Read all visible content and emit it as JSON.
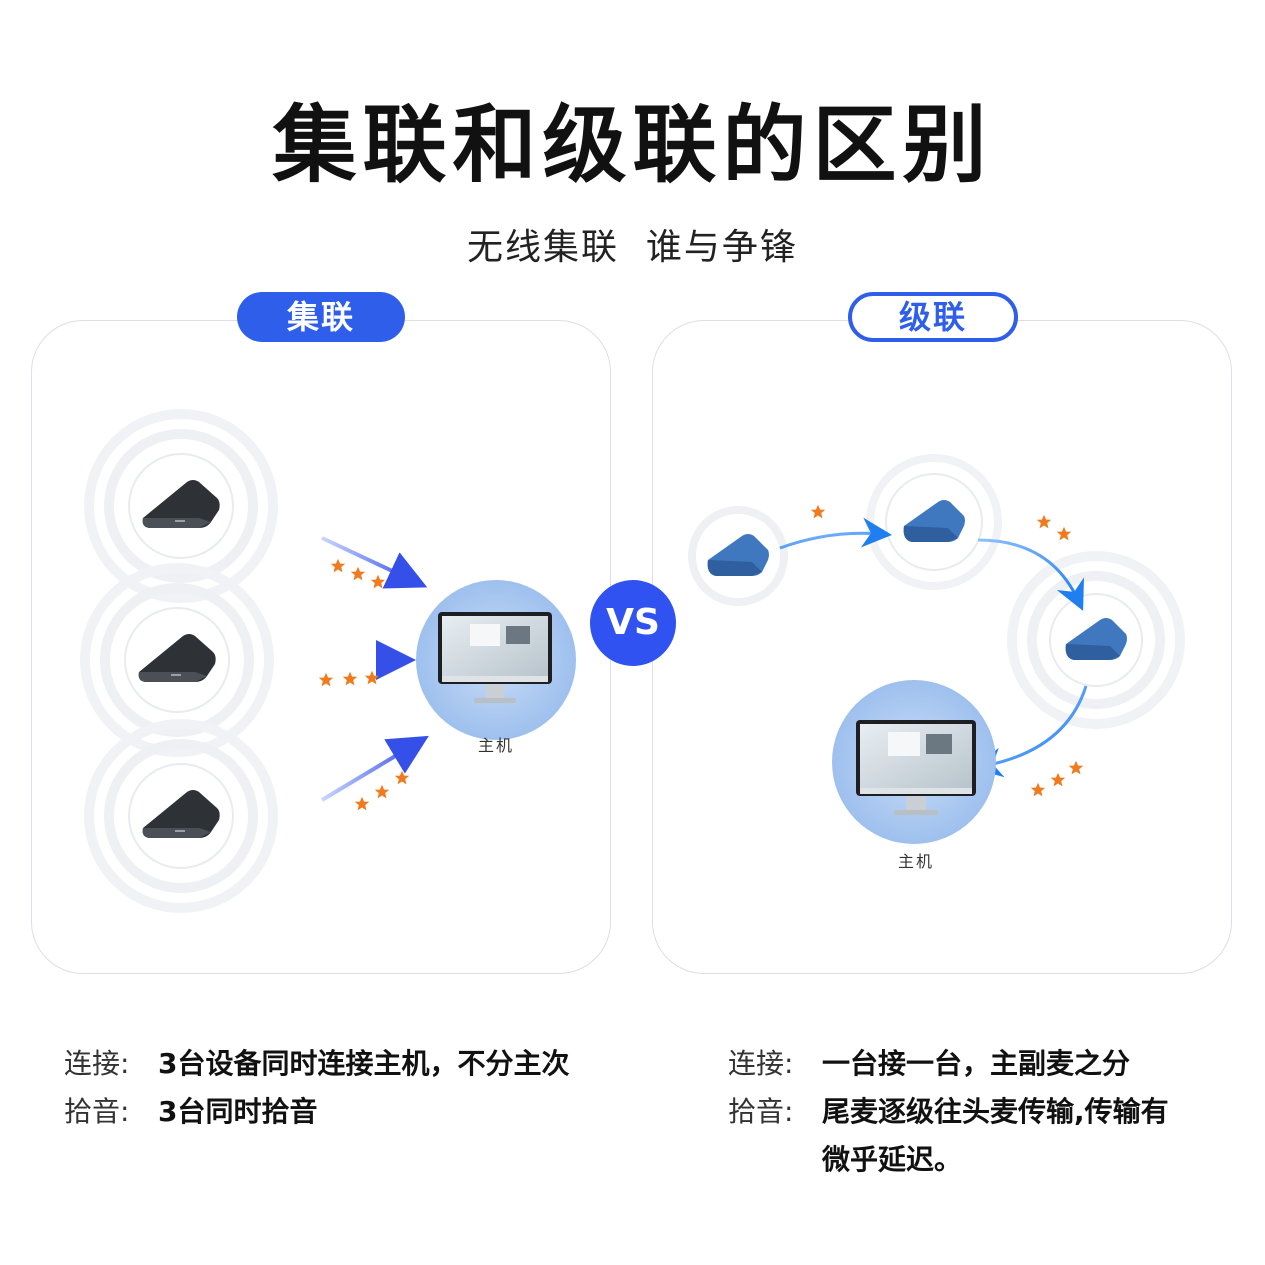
{
  "title": "集联和级联的区别",
  "subtitle": "无线集联  谁与争锋",
  "left_panel": {
    "tag": "集联",
    "host_label": "主机"
  },
  "right_panel": {
    "tag": "级联",
    "host_label": "主机"
  },
  "vs_label": "VS",
  "left_info": {
    "connect_key": "连接:",
    "connect_value": "3台设备同时连接主机，不分主次",
    "pickup_key": "拾音:",
    "pickup_value": "3台同时拾音"
  },
  "right_info": {
    "connect_key": "连接:",
    "connect_value": "一台接一台，主副麦之分",
    "pickup_key": "拾音:",
    "pickup_value": "尾麦逐级往头麦传输,传输有微乎延迟。"
  },
  "colors": {
    "accent": "#2f5fea",
    "vs_circle": "#2f52f0",
    "star": "#f07a1e",
    "device_dark": "#2e3236",
    "device_blue": "#3f78bf",
    "halo_blue": "#aac8f0"
  },
  "icons": [
    "conference-mic-icon",
    "monitor-icon",
    "star-icon",
    "arrow-icon"
  ]
}
